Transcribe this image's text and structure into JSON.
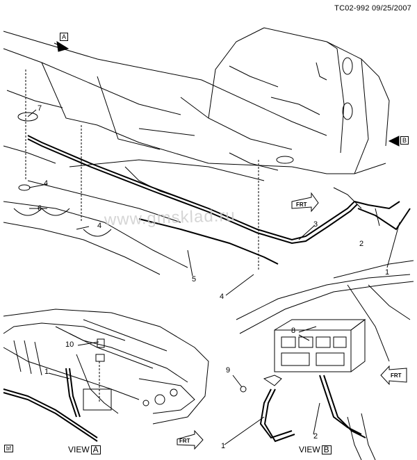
{
  "header": {
    "doc_id": "TC02-992",
    "date": "09/25/2007"
  },
  "watermark": "www.gmsklad.ru",
  "main_view": {
    "view_markers": [
      "A",
      "B"
    ],
    "callouts": [
      "1",
      "2",
      "3",
      "4",
      "4",
      "4",
      "5",
      "6",
      "7"
    ],
    "fwd_label": "FRT"
  },
  "view_a": {
    "title": "VIEW",
    "letter": "A",
    "callouts": [
      "10",
      "1"
    ],
    "fwd_label": "FRT"
  },
  "view_b": {
    "title": "VIEW",
    "letter": "B",
    "callouts": [
      "8",
      "9",
      "1",
      "2"
    ],
    "fwd_label": "FRT"
  },
  "footer_tag": "bf"
}
